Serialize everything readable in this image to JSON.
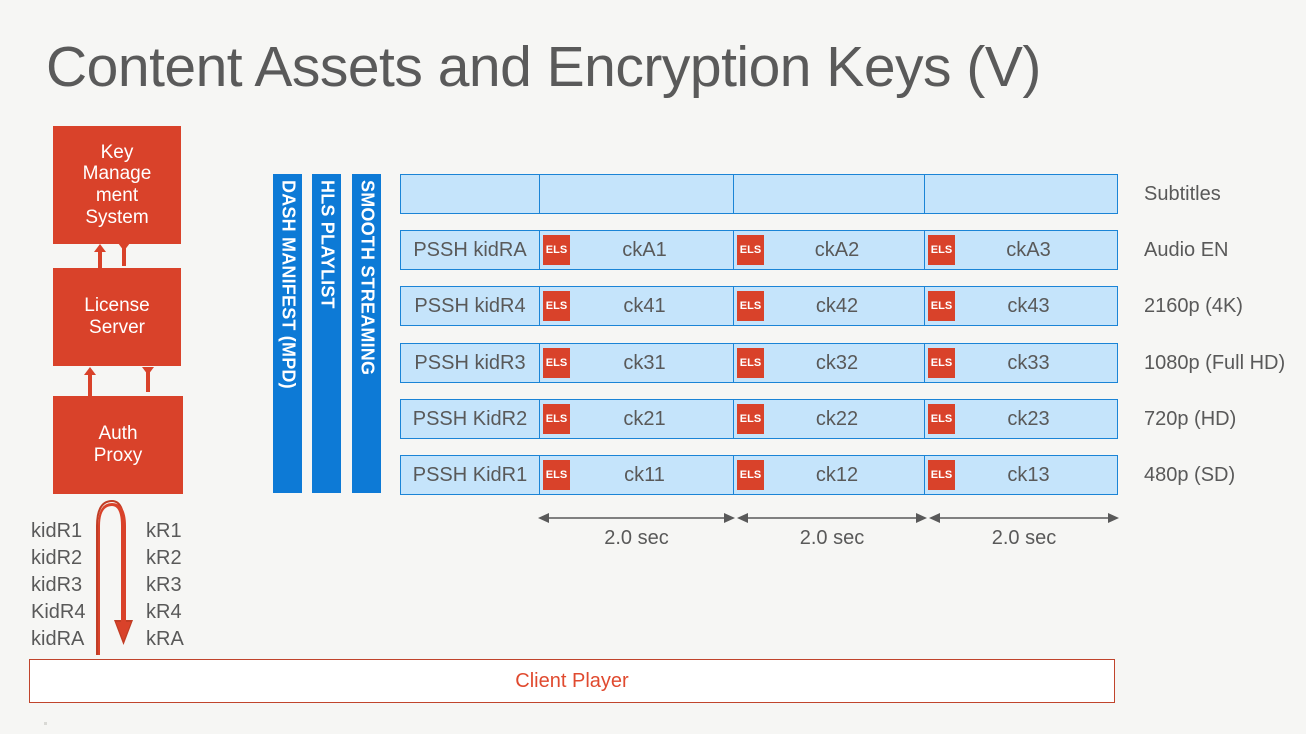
{
  "slide": {
    "title": "Content Assets and Encryption Keys (V)",
    "background_color": "#f6f6f4",
    "accent_red": "#d9422a",
    "accent_blue": "#0d7ad6",
    "cell_fill": "#c5e4fb",
    "cell_border": "#1b84d6",
    "text_gray": "#595959"
  },
  "key_system": {
    "boxes": [
      {
        "id": "kms",
        "label": "Key Management System"
      },
      {
        "id": "license",
        "label": "License Server"
      },
      {
        "id": "auth",
        "label": "Auth Proxy"
      }
    ],
    "kms_lines": [
      "Key",
      "Manage",
      "ment",
      "System"
    ],
    "license_lines": [
      "License",
      "Server"
    ],
    "auth_lines": [
      "Auth",
      "Proxy"
    ]
  },
  "key_lists": {
    "kid_column": [
      "kidR1",
      "kidR2",
      "kidR3",
      "KidR4",
      "kidRA"
    ],
    "k_column": [
      "kR1",
      "kR2",
      "kR3",
      "kR4",
      "kRA"
    ]
  },
  "manifest_bars": [
    {
      "id": "dash",
      "label": "DASH MANIFEST (MPD)"
    },
    {
      "id": "hls",
      "label": "HLS PLAYLIST"
    },
    {
      "id": "smooth",
      "label": "SMOOTH STREAMING"
    }
  ],
  "badge": {
    "els_label": "ELS"
  },
  "tracks": [
    {
      "row_label": "Subtitles",
      "pssh": "",
      "segments": [
        {
          "els": false,
          "key": ""
        },
        {
          "els": false,
          "key": ""
        },
        {
          "els": false,
          "key": ""
        }
      ]
    },
    {
      "row_label": "Audio EN",
      "pssh": "PSSH kidRA",
      "segments": [
        {
          "els": true,
          "key": "ckA1"
        },
        {
          "els": true,
          "key": "ckA2"
        },
        {
          "els": true,
          "key": "ckA3"
        }
      ]
    },
    {
      "row_label": "2160p (4K)",
      "pssh": "PSSH kidR4",
      "segments": [
        {
          "els": true,
          "key": "ck41"
        },
        {
          "els": true,
          "key": "ck42"
        },
        {
          "els": true,
          "key": "ck43"
        }
      ]
    },
    {
      "row_label": "1080p (Full HD)",
      "pssh": "PSSH kidR3",
      "segments": [
        {
          "els": true,
          "key": "ck31"
        },
        {
          "els": true,
          "key": "ck32"
        },
        {
          "els": true,
          "key": "ck33"
        }
      ]
    },
    {
      "row_label": "720p (HD)",
      "pssh": "PSSH KidR2",
      "segments": [
        {
          "els": true,
          "key": "ck21"
        },
        {
          "els": true,
          "key": "ck22"
        },
        {
          "els": true,
          "key": "ck23"
        }
      ]
    },
    {
      "row_label": "480p (SD)",
      "pssh": "PSSH KidR1",
      "segments": [
        {
          "els": true,
          "key": "ck11"
        },
        {
          "els": true,
          "key": "ck12"
        },
        {
          "els": true,
          "key": "ck13"
        }
      ]
    }
  ],
  "timing": {
    "durations": [
      "2.0 sec",
      "2.0 sec",
      "2.0 sec"
    ]
  },
  "client": {
    "label": "Client Player"
  }
}
